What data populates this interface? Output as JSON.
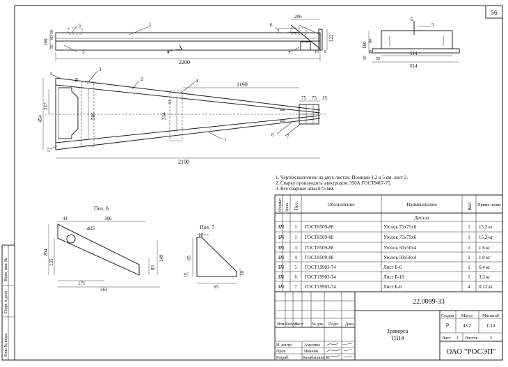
{
  "sheet_number": "56",
  "top_view": {
    "callouts": [
      "1",
      "5",
      "6",
      "2",
      "7",
      "3",
      "4",
      "10",
      "8"
    ],
    "dims": [
      "206",
      "122",
      "2200",
      "160",
      "80",
      "30",
      "30"
    ]
  },
  "end_view": {
    "callouts": [
      "5",
      "6"
    ],
    "dims": [
      "514",
      "614",
      "160",
      "50",
      "80",
      "30",
      "50"
    ]
  },
  "plan_view": {
    "callouts": [
      "5",
      "3",
      "2",
      "4",
      "1",
      "6",
      "7"
    ],
    "dims": [
      "454",
      "227",
      "50",
      "506",
      "334",
      "50",
      "1190",
      "75",
      "75",
      "15",
      "2100"
    ]
  },
  "notes": [
    "1. Чертёж выполнен на двух листах. Позиции 1,2 и 5 см. лист 2.",
    "2. Сварку производить электродом Э50А ГОСТ9467-75.",
    "3. Все сварные швы h=5 мм."
  ],
  "pos6": {
    "title": "Поз. 6",
    "dims": [
      "41",
      "306",
      "⌀25",
      "204",
      "135",
      "83",
      "149",
      "171",
      "361"
    ]
  },
  "pos7": {
    "title": "Поз. 7",
    "dims": [
      "10",
      "65",
      "10",
      "10",
      "65"
    ]
  },
  "bom": {
    "headers": [
      "Формат",
      "Зона",
      "Поз.",
      "Обозначение",
      "Наименование",
      "Кол.",
      "Приме-чание"
    ],
    "section": "Детали",
    "rows": [
      {
        "fmt": "БЧ",
        "pos": "1",
        "code": "ГОСТ8509-88",
        "name": "Уголок 75х75х6",
        "qty": "1",
        "note": "15.2 кг"
      },
      {
        "fmt": "БЧ",
        "pos": "1",
        "code": "ГОСТ8509-88",
        "name": "Уголок 75х75х6",
        "qty": "1",
        "note": "15.2 кг"
      },
      {
        "fmt": "БЧ",
        "pos": "3",
        "code": "ГОСТ8509-88",
        "name": "Уголок 50х50х4",
        "qty": "1",
        "note": "1.6 кг"
      },
      {
        "fmt": "БЧ",
        "pos": "4",
        "code": "ГОСТ8509-88",
        "name": "Уголок 50х50х4",
        "qty": "1",
        "note": "1.0 кг"
      },
      {
        "fmt": "БЧ",
        "pos": "5",
        "code": "ГОСТ19903-74",
        "name": "Лист Б-6",
        "qty": "1",
        "note": "6.4 кг"
      },
      {
        "fmt": "БЧ",
        "pos": "6",
        "code": "ГОСТ19903-74",
        "name": "Лист Б-10",
        "qty": "1",
        "note": "3.3 кг"
      },
      {
        "fmt": "БЧ",
        "pos": "7",
        "code": "ГОСТ19903-74",
        "name": "Лист Б-6",
        "qty": "4",
        "note": "0.12 кг"
      }
    ]
  },
  "title_block": {
    "doc_code": "22.0099-33",
    "item_name": "Траверса",
    "item_code": "ТП14",
    "stage_label": "Стадия",
    "mass_label": "Масса",
    "scale_label": "Масштаб",
    "stage": "Р",
    "mass": "43.2",
    "scale": "1:10",
    "sheet_label": "Лист",
    "sheet_value": "1",
    "sheets_label": "Листов",
    "sheets_value": "2",
    "org": "ОАО \"РОСЭП\"",
    "change_headers": [
      "Изм.",
      "Кол.уч.",
      "Лист",
      "№ док.",
      "Подп.",
      "Дата"
    ],
    "roles": [
      {
        "role": "Н. контр.",
        "name": "Амелина"
      },
      {
        "role": "Пров.",
        "name": "Ивинин"
      },
      {
        "role": "Разраб.",
        "name": "Калабашкин В."
      }
    ]
  },
  "margin_stamp": [
    "Инв. № подл.",
    "Подп. и дата",
    "Взам. инв. №"
  ]
}
